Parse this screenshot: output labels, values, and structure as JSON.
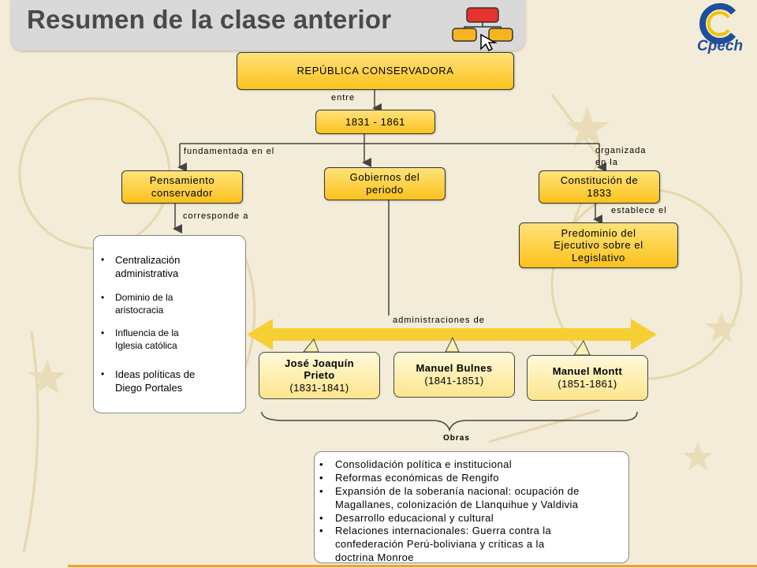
{
  "title": "Resumen de la clase anterior",
  "logo": {
    "brand": "Cpech",
    "color": "#1f4f9a"
  },
  "colors": {
    "box_fill": "#fcc21c",
    "arrow": "#f6cf34",
    "title_tab": "#d9d9d9"
  },
  "nodes": {
    "republica": "REPÚBLICA CONSERVADORA",
    "periodo": "1831 - 1861",
    "pensamiento": [
      "Pensamiento",
      "conservador"
    ],
    "gobiernos": [
      "Gobiernos del",
      "periodo"
    ],
    "constitucion": [
      "Constitución de",
      "1833"
    ],
    "predominio": [
      "Predominio del",
      "Ejecutivo sobre el",
      "Legislativo"
    ]
  },
  "labels": {
    "entre": "entre",
    "fundamentada": "fundamentada en el",
    "organizada": [
      "organizada",
      "en la"
    ],
    "corresponde": "corresponde a",
    "establece": "establece el",
    "administraciones": "administraciones de",
    "obras": "Obras"
  },
  "pensamiento_items": [
    [
      "Centralización",
      "administrativa"
    ],
    [
      "Dominio de la",
      "aristocracia"
    ],
    [
      "Influencia de la",
      "Iglesia católica"
    ],
    [
      "Ideas políticas de",
      "Diego Portales"
    ]
  ],
  "presidents": [
    {
      "name": [
        "José Joaquín",
        "Prieto"
      ],
      "years": "(1831-1841)"
    },
    {
      "name": [
        "Manuel Bulnes"
      ],
      "years": "(1841-1851)"
    },
    {
      "name": [
        "Manuel Montt"
      ],
      "years": "(1851-1861)"
    }
  ],
  "obras": [
    [
      "Consolidación política e institucional"
    ],
    [
      "Reformas económicas de Rengifo"
    ],
    [
      "Expansión de la soberanía nacional: ocupación de",
      "Magallanes, colonización de Llanquihue y Valdivia"
    ],
    [
      "Desarrollo educacional y cultural"
    ],
    [
      "Relaciones internacionales: Guerra contra la",
      "confederación Perú-boliviana y críticas a la",
      "doctrina Monroe"
    ]
  ]
}
